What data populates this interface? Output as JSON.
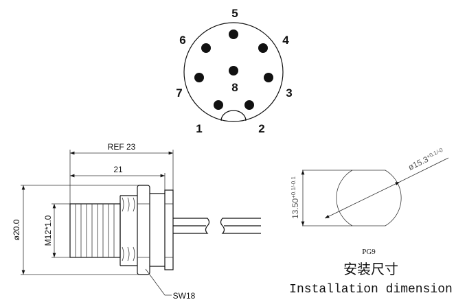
{
  "pin_labels": [
    "1",
    "2",
    "3",
    "4",
    "5",
    "6",
    "7",
    "8"
  ],
  "dimensions": {
    "ref_length": "REF 23",
    "length": "21",
    "diameter": "ø20.0",
    "thread": "M12*1.0",
    "wrench": "SW18",
    "cutout_height": "13.50",
    "cutout_height_tol": "+0.1/-0.1",
    "cutout_diameter": "ø15.3",
    "cutout_diameter_tol": "+0.1/-0"
  },
  "cutout_name": "PG9",
  "title_cn": "安装尺寸",
  "title_en": "Installation dimension"
}
